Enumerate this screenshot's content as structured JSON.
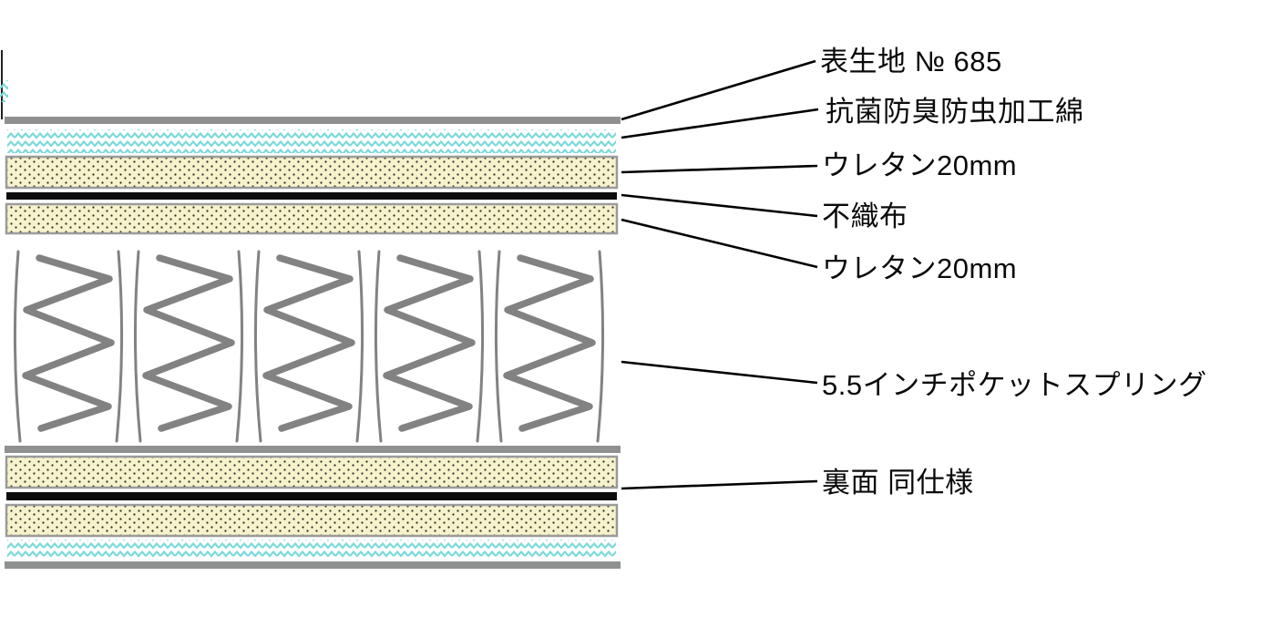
{
  "diagram": {
    "labels": [
      {
        "id": "top-fabric",
        "text": "表生地 № 685"
      },
      {
        "id": "treated-cotton",
        "text": "抗菌防臭防虫加工綿"
      },
      {
        "id": "urethane-top",
        "text": "ウレタン20mm"
      },
      {
        "id": "nonwoven",
        "text": "不織布"
      },
      {
        "id": "urethane-second",
        "text": "ウレタン20mm"
      },
      {
        "id": "pocket-spring",
        "text": "5.5インチポケットスプリング"
      },
      {
        "id": "reverse-side",
        "text": "裏面 同仕様"
      }
    ],
    "layer_order": [
      "surface-fabric",
      "treated-cotton-wadding",
      "urethane-20mm",
      "nonwoven-fabric",
      "urethane-20mm",
      "5.5-inch-pocket-springs",
      "fabric",
      "urethane-20mm",
      "nonwoven-fabric",
      "urethane-20mm",
      "treated-cotton-wadding",
      "surface-fabric"
    ],
    "colors": {
      "background": "#ffffff",
      "fabric_bar": "#8f9090",
      "wadding_zigzag": "#7cd9da",
      "urethane_fill": "#f6f2cb",
      "urethane_dot": "#2a2a2a",
      "urethane_border": "#9b9b9b",
      "nonwoven_black": "#0d0d0d",
      "spring_gray": "#828282",
      "leader_line": "#000000"
    }
  }
}
